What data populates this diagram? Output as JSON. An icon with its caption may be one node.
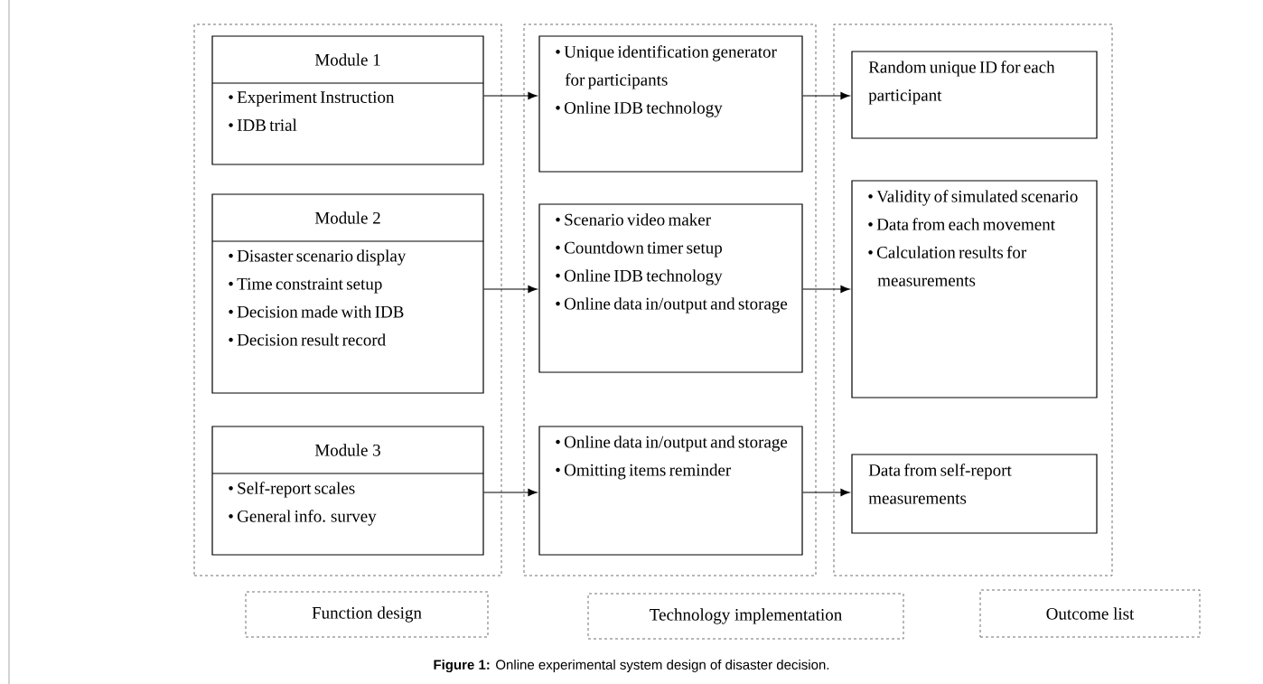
{
  "diagram": {
    "caption": "**Figure 1:** Online experimental system design of disaster decision.",
    "nodes": [
      {
        "text": [],
        "shape": "box"
      },
      {
        "text": [
          "Module 1",
          "• Experiment Instruction",
          "• IDB trial"
        ],
        "in": 0
      },
      {
        "text": [
          "Module 2",
          "• Disaster scenario display",
          "• Time constraint setup",
          "• Decision made with IDB",
          "• Decision result record"
        ],
        "in": 0
      },
      {
        "text": [
          "Module 3",
          "• Self-report scales",
          "• General info.  survey"
        ],
        "in": 0
      },
      {
        "text": [],
        "shape": "box"
      },
      {
        "text": [
          "• Unique identification generator for participants",
          "• Online IDB technology"
        ],
        "in": 4
      },
      {
        "text": [
          "• Scenario video maker",
          "• Countdown timer setup",
          "• Online IDB technology",
          "• Online data in/output and storage"
        ],
        "in": 4
      },
      {
        "text": [
          "• Online data in/output and storage",
          "• Omitting items reminder"
        ],
        "in": 4
      },
      {
        "text": [],
        "shape": "box"
      },
      {
        "text": [
          "Random unique ID for each participant"
        ],
        "in": 8
      },
      {
        "text": [
          "• Validity of simulated scenario",
          "• Data from each movement",
          "• Calculation results for measurements"
        ],
        "in": 8
      },
      {
        "text": [
          "Data from self-report measurements"
        ],
        "in": 8
      },
      {
        "text": [
          "Function design"
        ]
      },
      {
        "text": [
          "Technology implementation"
        ]
      },
      {
        "text": [
          "Outcome list"
        ]
      }
    ],
    "edges": [
      {
        "from": 1,
        "to": 5,
        "arrow": "to"
      },
      {
        "from": 5,
        "to": 9,
        "arrow": "to"
      },
      {
        "from": 2,
        "to": 6,
        "arrow": "to"
      },
      {
        "from": 6,
        "to": 10,
        "arrow": "to"
      },
      {
        "from": 3,
        "to": 7,
        "arrow": "to"
      },
      {
        "from": 7,
        "to": 11,
        "arrow": "to"
      }
    ]
  }
}
